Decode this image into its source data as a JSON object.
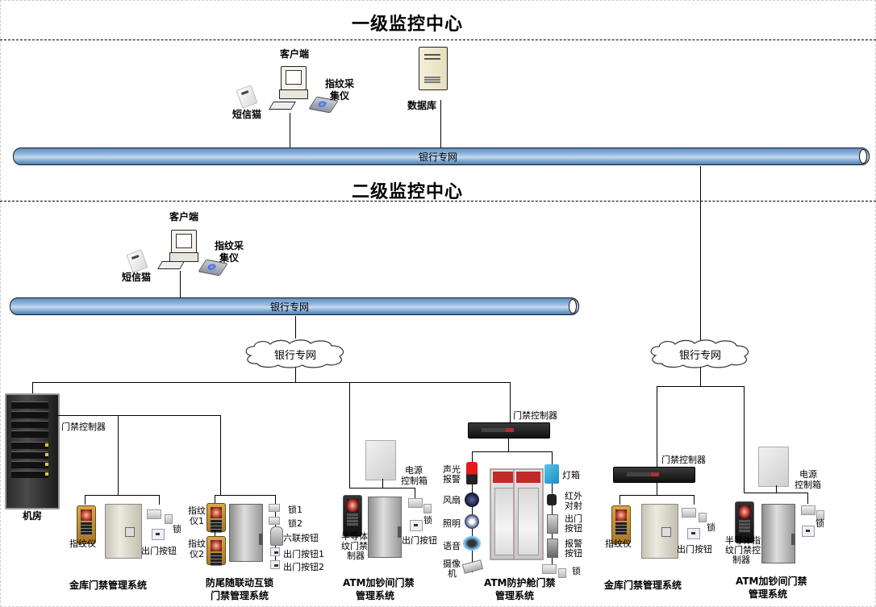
{
  "level1": {
    "title": "一级监控中心",
    "client_label": "客户端",
    "fingerprint_label_line1": "指纹采",
    "fingerprint_label_line2": "集仪",
    "sms_modem_label": "短信猫",
    "database_label": "数据库",
    "network_label": "银行专网"
  },
  "level2": {
    "title": "二级监控中心",
    "client_label": "客户端",
    "fingerprint_label_line1": "指纹采",
    "fingerprint_label_line2": "集仪",
    "sms_modem_label": "短信猫",
    "network_label": "银行专网"
  },
  "clouds": [
    {
      "label": "银行专网"
    },
    {
      "label": "银行专网"
    }
  ],
  "server_room": {
    "label": "机房",
    "controller_label": "门禁控制器"
  },
  "systems": [
    {
      "title_line1": "金库门禁管理系统",
      "fingerprint": "指纹仪",
      "lock": "锁",
      "exit_button": "出门按钮"
    },
    {
      "title_line1": "防尾随联动互锁",
      "title_line2": "门禁管理系统",
      "fp1_line1": "指纹",
      "fp1_line2": "仪1",
      "fp2_line1": "指纹",
      "fp2_line2": "仪2",
      "lock1": "锁1",
      "lock2": "锁2",
      "six_button": "六联按钮",
      "exit1": "出门按钮1",
      "exit2": "出门按钮2"
    },
    {
      "title_line1": "ATM加钞间门禁",
      "title_line2": "管理系统",
      "power_line1": "电源",
      "power_line2": "控制箱",
      "semi_line1": "半导体指",
      "semi_line2": "纹门禁控",
      "semi_line3": "制器",
      "lock": "锁",
      "exit_button": "出门按钮"
    },
    {
      "title_line1": "ATM防护舱门禁",
      "title_line2": "管理系统",
      "controller_label": "门禁控制器",
      "alarm_line1": "声光",
      "alarm_line2": "报警",
      "fan": "风扇",
      "lighting": "照明",
      "voice": "语音",
      "camera_line1": "摄像",
      "camera_line2": "机",
      "lightbox": "灯箱",
      "ir_line1": "红外",
      "ir_line2": "对射",
      "exit_line1": "出门",
      "exit_line2": "按钮",
      "alarm_btn_line1": "报警",
      "alarm_btn_line2": "按钮",
      "lock": "锁"
    },
    {
      "title_line1": "金库门禁管理系统",
      "controller_label": "门禁控制器",
      "fingerprint": "指纹仪",
      "lock": "锁",
      "exit_button": "出门按钮"
    },
    {
      "title_line1": "ATM加钞间门禁",
      "title_line2": "管理系统",
      "power_line1": "电源",
      "power_line2": "控制箱",
      "semi_line1": "半导体指",
      "semi_line2": "纹门禁控",
      "semi_line3": "制器",
      "lock": "锁"
    }
  ]
}
